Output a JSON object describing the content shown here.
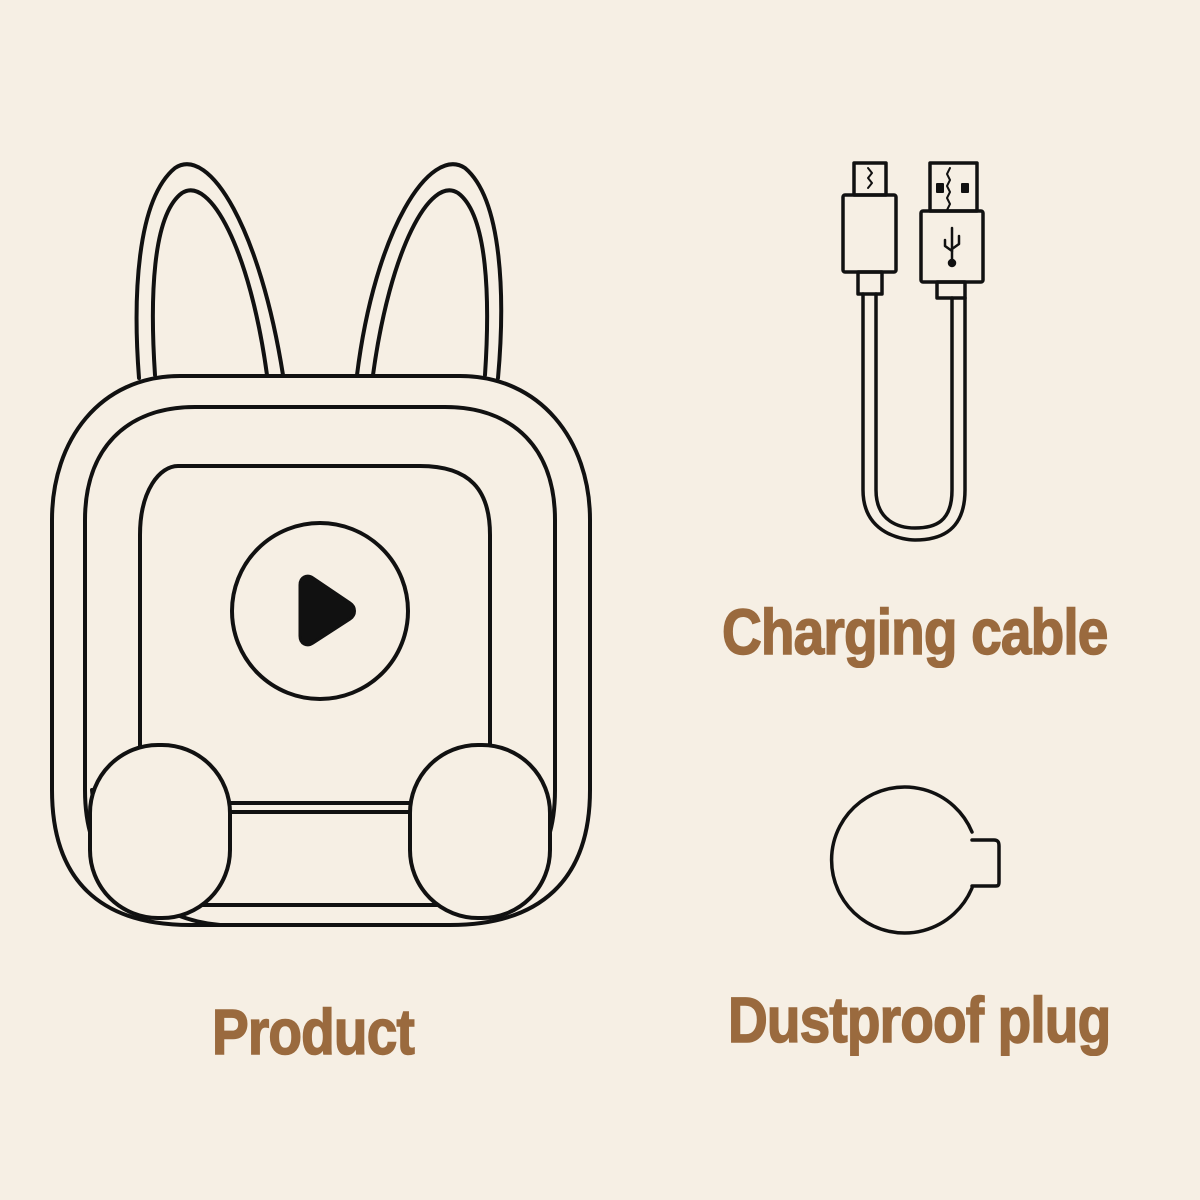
{
  "colors": {
    "background": "#f6efe4",
    "label": "#9a6a3e",
    "line": "#111111"
  },
  "items": [
    {
      "id": "product",
      "label": "Product",
      "icon": "bunny-printer-icon"
    },
    {
      "id": "charging_cable",
      "label": "Charging cable",
      "icon": "usb-cable-icon"
    },
    {
      "id": "dustproof_plug",
      "label": "Dustproof plug",
      "icon": "dustproof-plug-icon"
    }
  ],
  "product": {
    "play_button_icon": "play-icon"
  },
  "charging_cable": {
    "connectors": [
      "micro-usb-connector-icon",
      "usb-a-connector-icon"
    ],
    "usb_symbol": "usb-symbol-icon"
  }
}
